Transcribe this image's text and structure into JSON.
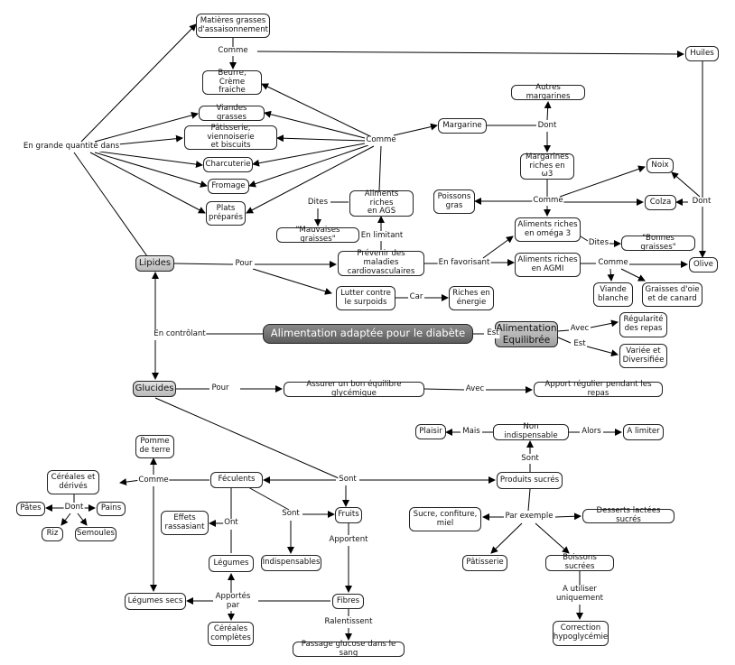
{
  "title": "Alimentation adaptée pour le diabète",
  "nodes": {
    "matieres": "Matières grasses\nd'assaisonnement",
    "beurre": "Beurre,\nCrème fraiche",
    "viandes_grasses": "Viandes grasses",
    "patisserie_vien": "Pâtisserie, viennoiserie\net biscuits",
    "charcuterie": "Charcuterie",
    "fromage": "Fromage",
    "plats": "Plats\npréparés",
    "lipides": "Lipides",
    "huiles": "Huiles",
    "autres_margarines": "Autres margarines",
    "margarine": "Margarine",
    "margarines_riches": "Margarines\nriches en ω3",
    "noix": "Noix",
    "colza": "Colza",
    "poissons": "Poissons\ngras",
    "aliments_ags": "Aliments riches\nen AGS",
    "mauvaises": "\"Mauvaises graisses\"",
    "prevenir": "Prévenir des maladies\ncardiovasculaires",
    "omega3": "Aliments riches\nen oméga 3",
    "bonnes": "\"Bonnes graisses\"",
    "agmi": "Aliments riches\nen AGMI",
    "olive": "Olive",
    "viande_blanche": "Viande\nblanche",
    "graisses_oie": "Graisses d'oie\net de canard",
    "lutter": "Lutter contre\nle surpoids",
    "riches_energie": "Riches en\nénergie",
    "alimentation_eq": "Alimentation\nEquilibrée",
    "regularite": "Régularité\ndes repas",
    "variee": "Variée et\nDiversifiée",
    "glucides": "Glucides",
    "assurer": "Assurer un bon équilibre glycémique",
    "apport": "Apport régulier pendant les repas",
    "plaisir": "Plaisir",
    "non_indisp": "Non indispensable",
    "a_limiter": "A limiter",
    "pomme": "Pomme\nde terre",
    "cereales": "Céréales et\ndérivés",
    "feculents": "Féculents",
    "produits_sucres": "Produits sucrés",
    "pates": "Pâtes",
    "pains": "Pains",
    "riz": "Riz",
    "semoules": "Semoules",
    "effets": "Effets\nrassasiant",
    "fruits": "Fruits",
    "sucre_conf": "Sucre, confiture,\nmiel",
    "desserts": "Desserts lactées sucrés",
    "legumes": "Légumes",
    "indispensables": "Indispensables",
    "patisserie": "Pâtisserie",
    "boissons": "Boissons sucrées",
    "legumes_secs": "Légumes secs",
    "fibres": "Fibres",
    "cereales_comp": "Céréales\ncomplètes",
    "passage": "Passage glucose dans le sang",
    "correction": "Correction\nhypoglycémie"
  },
  "links": {
    "comme_top": "Comme",
    "grande_quantite": "En grande quantité dans",
    "comme_ags": "Comme",
    "dont_marg": "Dont",
    "dites_ags": "Dites",
    "en_limitant": "En limitant",
    "comme_poisson": "Comme",
    "dont_huile": "Dont",
    "pour_lip": "Pour",
    "en_favorisant": "En favorisant",
    "dites_omega": "Dites",
    "comme_agmi": "Comme",
    "car": "Car",
    "en_controlant": "En contrôlant",
    "est": "Est",
    "avec_eq": "Avec",
    "est_eq": "Est",
    "pour_glu": "Pour",
    "avec_glu": "Avec",
    "mais": "Mais",
    "alors": "Alors",
    "sont_ps": "Sont",
    "sont_main": "Sont",
    "comme_fec": "Comme",
    "dont_cer": "Dont",
    "ont": "Ont",
    "sont_fruits": "Sont",
    "par_exemple": "Par exemple",
    "apportent": "Apportent",
    "apportes_par": "Apportés\npar",
    "ralentissent": "Ralentissent",
    "a_utiliser": "A utiliser\nuniquement"
  }
}
